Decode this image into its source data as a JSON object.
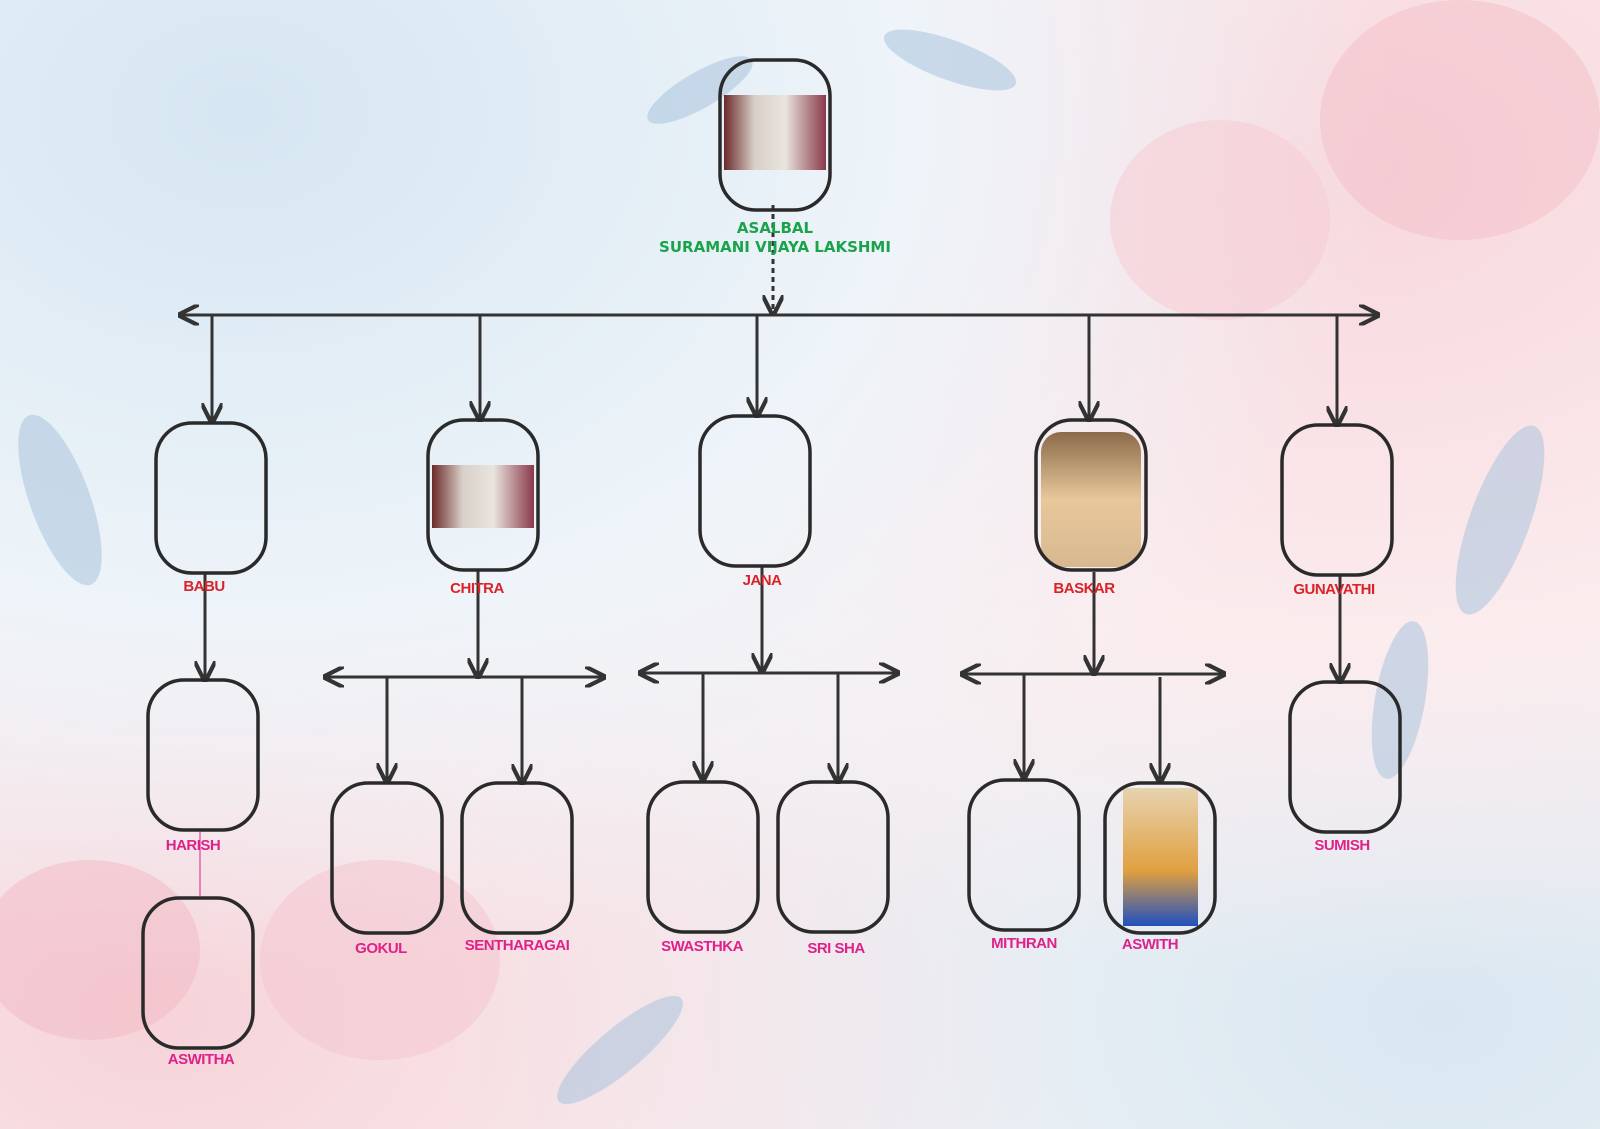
{
  "colors": {
    "root_label": "#1aa34a",
    "child_label": "#d9232a",
    "grandchild_label": "#e0218a",
    "line": "#333333"
  },
  "root": {
    "line1": "ASALBAL",
    "line2": "SURAMANI VIJAYA LAKSHMI",
    "has_photo": true
  },
  "children": [
    {
      "name": "BABU",
      "has_photo": false
    },
    {
      "name": "CHITRA",
      "has_photo": true
    },
    {
      "name": "JANA",
      "has_photo": false
    },
    {
      "name": "BASKAR",
      "has_photo": true
    },
    {
      "name": "GUNAVATHI",
      "has_photo": false
    }
  ],
  "grandchildren": [
    {
      "name": "HARISH",
      "parent": "BABU"
    },
    {
      "name": "ASWITHA",
      "parent": "HARISH"
    },
    {
      "name": "GOKUL",
      "parent": "CHITRA"
    },
    {
      "name": "SENTHARAGAI",
      "parent": "CHITRA"
    },
    {
      "name": "SWASTHKA",
      "parent": "JANA"
    },
    {
      "name": "SRI SHA",
      "parent": "JANA"
    },
    {
      "name": "MITHRAN",
      "parent": "BASKAR"
    },
    {
      "name": "ASWITH",
      "parent": "BASKAR",
      "has_photo": true
    },
    {
      "name": "SUMISH",
      "parent": "GUNAVATHI"
    }
  ]
}
